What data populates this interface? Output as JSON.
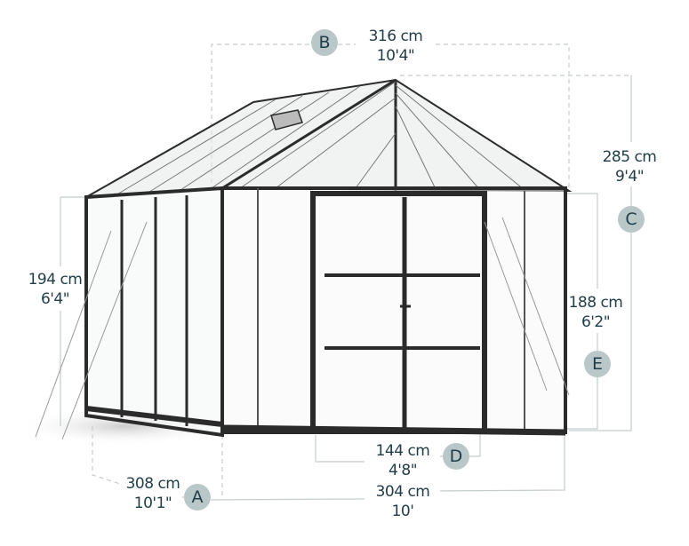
{
  "dimensions": [
    {
      "letter": "A",
      "metric": "308 cm",
      "imperial": "10'1\""
    },
    {
      "letter": "B",
      "metric": "316 cm",
      "imperial": "10'4\""
    },
    {
      "letter": "C",
      "metric": "285 cm",
      "imperial": "9'4\""
    },
    {
      "letter": "D",
      "metric": "144 cm",
      "imperial": "4'8\""
    },
    {
      "letter": "E",
      "metric": "188 cm",
      "imperial": "6'2\""
    }
  ],
  "unlabeled_dimensions": [
    {
      "metric": "304 cm",
      "imperial": "10'"
    },
    {
      "metric": "194 cm",
      "imperial": "6'4\""
    }
  ],
  "colors": {
    "text": "#1f3d47",
    "badge": "#b9c7c9",
    "frame": "#2b2b2b",
    "guide": "#c4cccd"
  }
}
